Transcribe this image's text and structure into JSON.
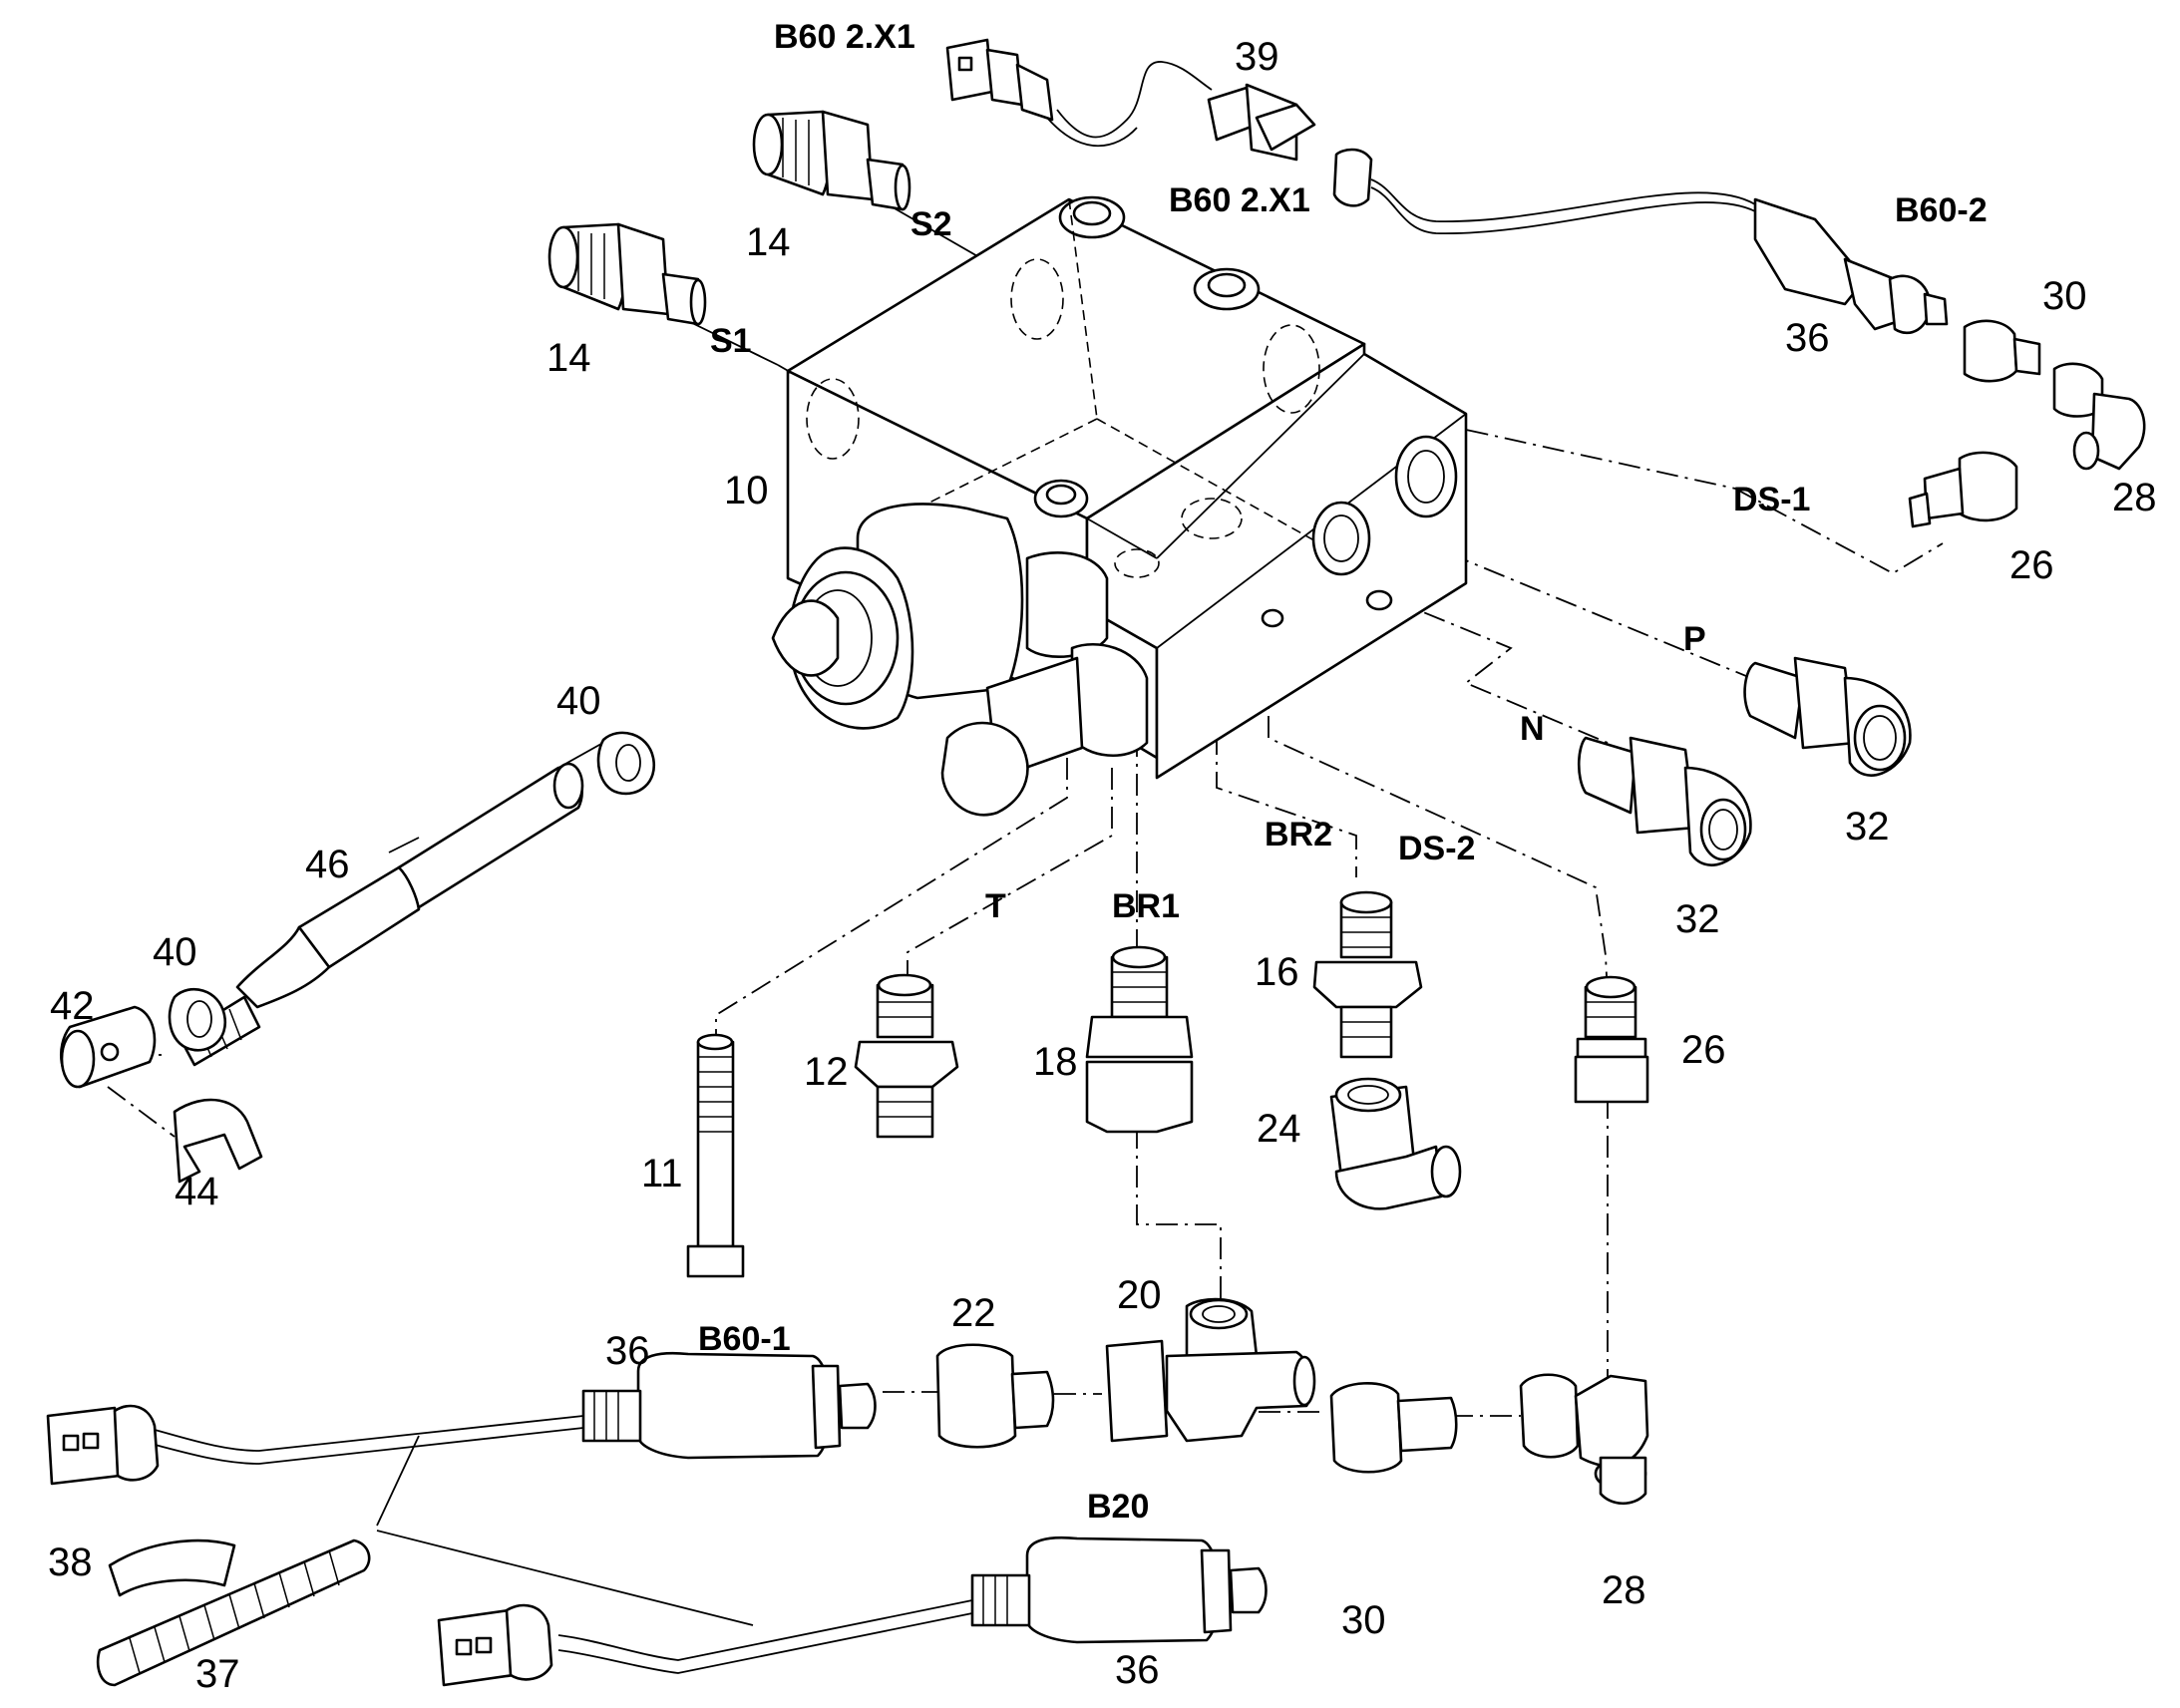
{
  "callouts": [
    {
      "id": "c39",
      "text": "39"
    },
    {
      "id": "c14a",
      "text": "14"
    },
    {
      "id": "c14b",
      "text": "14"
    },
    {
      "id": "c10",
      "text": "10"
    },
    {
      "id": "c36a",
      "text": "36"
    },
    {
      "id": "c30a",
      "text": "30"
    },
    {
      "id": "c28a",
      "text": "28"
    },
    {
      "id": "c26a",
      "text": "26"
    },
    {
      "id": "c32a",
      "text": "32"
    },
    {
      "id": "c32b",
      "text": "32"
    },
    {
      "id": "c40a",
      "text": "40"
    },
    {
      "id": "c46",
      "text": "46"
    },
    {
      "id": "c40b",
      "text": "40"
    },
    {
      "id": "c42",
      "text": "42"
    },
    {
      "id": "c44",
      "text": "44"
    },
    {
      "id": "c12",
      "text": "12"
    },
    {
      "id": "c18",
      "text": "18"
    },
    {
      "id": "c16",
      "text": "16"
    },
    {
      "id": "c24",
      "text": "24"
    },
    {
      "id": "c26b",
      "text": "26"
    },
    {
      "id": "c11",
      "text": "11"
    },
    {
      "id": "c22",
      "text": "22"
    },
    {
      "id": "c20",
      "text": "20"
    },
    {
      "id": "c36b",
      "text": "36"
    },
    {
      "id": "c38",
      "text": "38"
    },
    {
      "id": "c37",
      "text": "37"
    },
    {
      "id": "c30b",
      "text": "30"
    },
    {
      "id": "c28b",
      "text": "28"
    },
    {
      "id": "c36c",
      "text": "36"
    }
  ],
  "port_labels": [
    {
      "id": "b60x1a",
      "text": "B60 2.X1"
    },
    {
      "id": "b60x1b",
      "text": "B60 2.X1"
    },
    {
      "id": "s2",
      "text": "S2"
    },
    {
      "id": "s1",
      "text": "S1"
    },
    {
      "id": "b602",
      "text": "B60-2"
    },
    {
      "id": "ds1",
      "text": "DS-1"
    },
    {
      "id": "p",
      "text": "P"
    },
    {
      "id": "n",
      "text": "N"
    },
    {
      "id": "br2",
      "text": "BR2"
    },
    {
      "id": "ds2",
      "text": "DS-2"
    },
    {
      "id": "t",
      "text": "T"
    },
    {
      "id": "br1",
      "text": "BR1"
    },
    {
      "id": "b601",
      "text": "B60-1"
    },
    {
      "id": "b20",
      "text": "B20"
    }
  ]
}
